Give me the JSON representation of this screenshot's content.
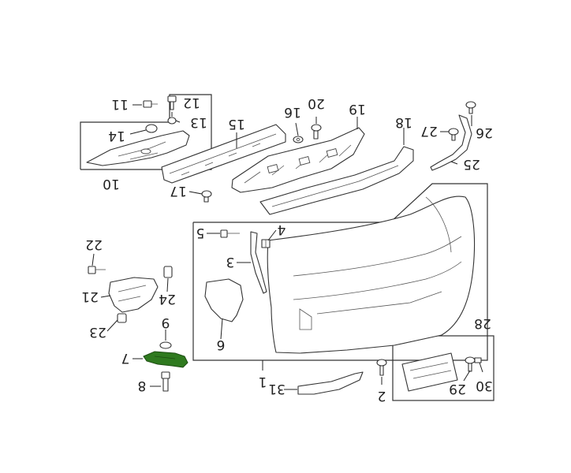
{
  "highlight_color": "#2f7a1f",
  "callouts": {
    "c1": "1",
    "c2": "2",
    "c3": "3",
    "c4": "4",
    "c5": "5",
    "c6": "6",
    "c7": "7",
    "c8": "8",
    "c9": "9",
    "c10": "10",
    "c11": "11",
    "c12": "12",
    "c13": "13",
    "c14": "14",
    "c15": "15",
    "c16": "16",
    "c17": "17",
    "c18": "18",
    "c19": "19",
    "c20": "20",
    "c21": "21",
    "c22": "22",
    "c23": "23",
    "c24": "24",
    "c25": "25",
    "c26": "26",
    "c27": "27",
    "c28": "28",
    "c29": "29",
    "c30": "30",
    "c31": "31"
  }
}
